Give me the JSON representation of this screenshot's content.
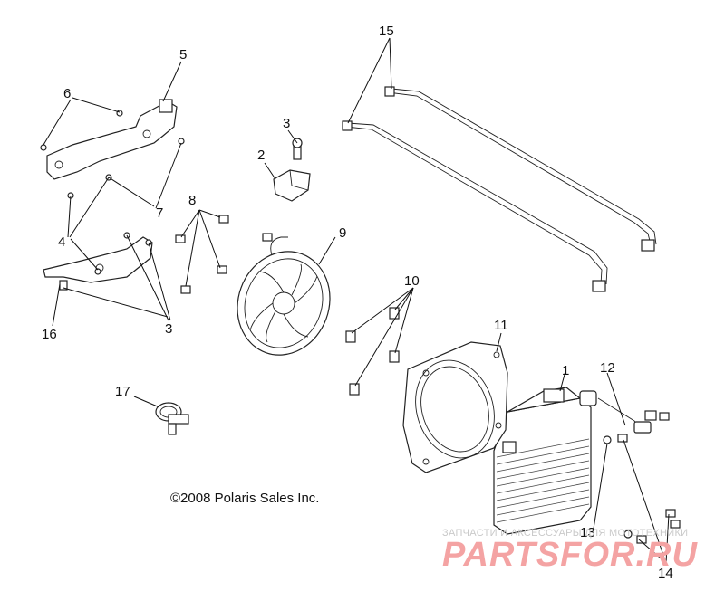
{
  "diagram": {
    "callouts": {
      "c1": "1",
      "c2": "2",
      "c3a": "3",
      "c3b": "3",
      "c4": "4",
      "c5": "5",
      "c6": "6",
      "c7": "7",
      "c8": "8",
      "c9": "9",
      "c10": "10",
      "c11": "11",
      "c12": "12",
      "c13": "13",
      "c14": "14",
      "c15": "15",
      "c16": "16",
      "c17": "17"
    },
    "copyright": "©2008 Polaris Sales Inc.",
    "watermark": {
      "tagline": "ЗАПЧАСТИ И АКСЕССУАРЫ ДЛЯ МОТОТЕХНИКИ",
      "logo": "PARTSFOR.RU"
    }
  }
}
